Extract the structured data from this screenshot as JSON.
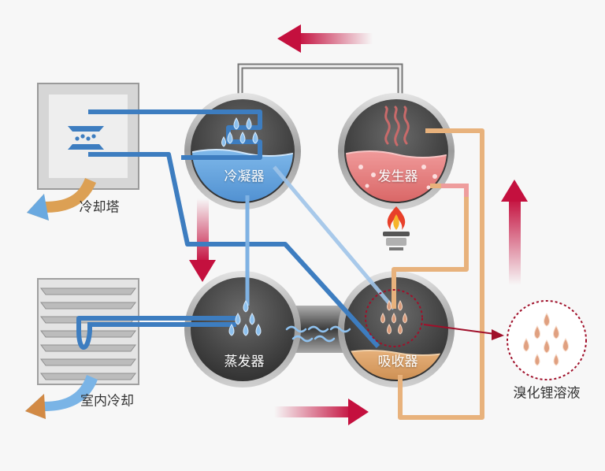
{
  "labels": {
    "condenser": "冷凝器",
    "generator": "发生器",
    "evaporator": "蒸发器",
    "absorber": "吸收器",
    "cooling_tower": "冷却塔",
    "indoor_cooling": "室内冷却",
    "solution": "溴化锂溶液"
  },
  "colors": {
    "water_pipe": "#3d7dc0",
    "refrigerant_pipe": "#7fb2e3",
    "solution_pipe": "#e8b27c",
    "heat_pipe": "#ee9d9d",
    "flow_arrow": "#c4103e",
    "vessel_shell": "#4a4a4a",
    "ring": "#b8b8b8",
    "water": "#6fa8dc",
    "hot_liquid": "#e88080",
    "solution_liquid": "#dc9f63",
    "dotted_circle": "#a0102a",
    "outer_arrow_cooling": "#d9933f",
    "outer_arrow_indoor": "#6aa9e0"
  }
}
